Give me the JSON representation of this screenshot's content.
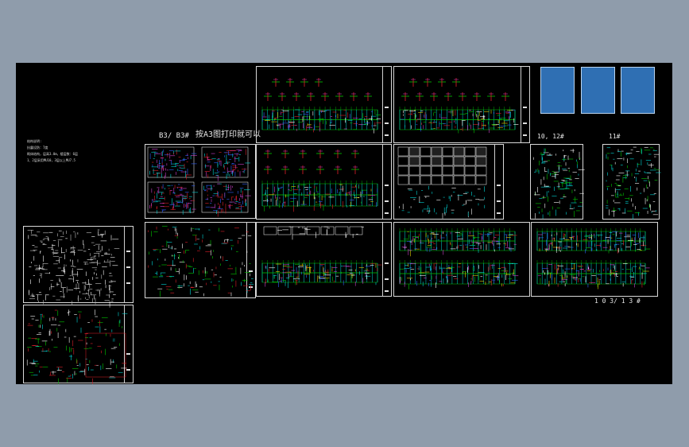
{
  "labels": {
    "group_b3_title": "B3/ B3#",
    "print_hint": "按A3图打印就可以",
    "group_10_12_title": "10, 12#",
    "group_11_title": "11#",
    "bottom_right_title": "1 0 3/ 1 3 #"
  },
  "notes": [
    "结构说明:",
    "抗震设防：7度",
    "砌体结构，层高3.0m，楼层数：6层",
    "1、2层采用MU10，3层以上MU7.5"
  ],
  "colors": {
    "background": "#8f9cab",
    "model_space": "#000000",
    "sheet_border": "#d8d8d8",
    "cad_green": "#00c800",
    "cad_red": "#e0202a",
    "cad_blue": "#3060ff",
    "cad_cyan": "#00d8d8",
    "cad_magenta": "#d040d0",
    "cad_yellow": "#e0d000",
    "thumb_blue": "#2f6fb3"
  }
}
